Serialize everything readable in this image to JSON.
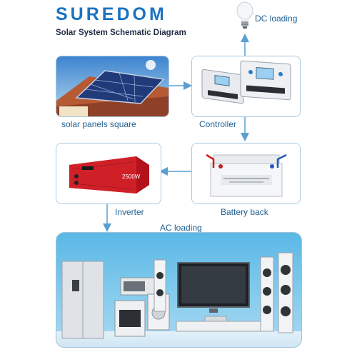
{
  "header": {
    "brand": "SUREDOM",
    "subtitle": "Solar System Schematic Diagram"
  },
  "labels": {
    "dc_loading": "DC loading",
    "solar_panels": "solar panels square",
    "controller": "Controller",
    "inverter": "Inverter",
    "battery": "Battery back",
    "ac_loading": "AC loading"
  },
  "images": {
    "inverter_rating": "2500W"
  },
  "colors": {
    "brand": "#1a73c2",
    "arrow": "#5a9fd0",
    "box_border": "#a9c9df",
    "label": "#1f5f92"
  }
}
